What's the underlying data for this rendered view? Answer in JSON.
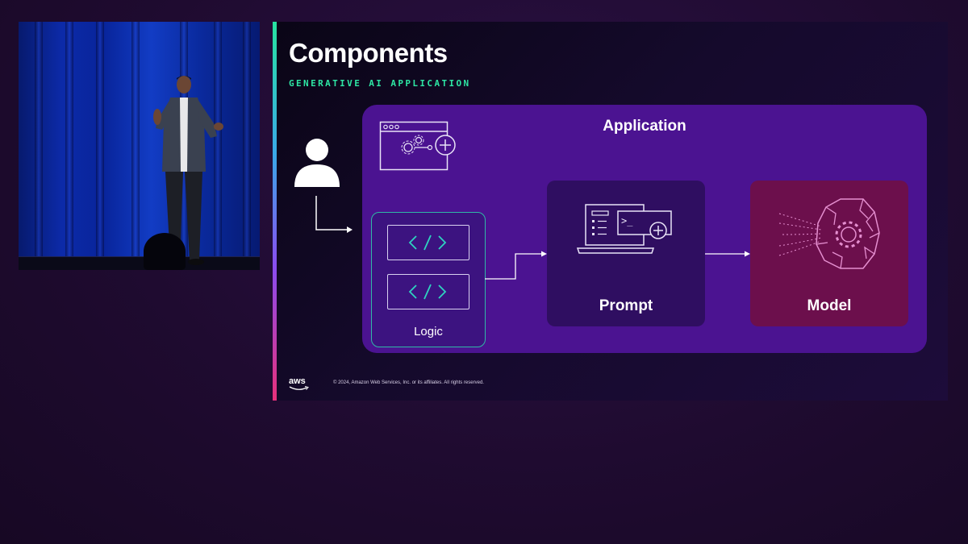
{
  "slide": {
    "title": "Components",
    "subtitle": "GENERATIVE AI APPLICATION",
    "application_label": "Application",
    "logic_label": "Logic",
    "prompt_label": "Prompt",
    "model_label": "Model",
    "code_glyph": "</>",
    "terminal_glyph": ">_"
  },
  "footer": {
    "logo_text": "aws",
    "copyright": "© 2024, Amazon Web Services, Inc. or its affiliates. All rights reserved."
  },
  "colors": {
    "background": "#1f0b30",
    "slide_bg": "#150a2c",
    "application_box": "#4b1391",
    "prompt_box": "#2f0e61",
    "model_box": "#6c0f4c",
    "logic_border": "#2fb8a6",
    "subtitle": "#2ee6a4",
    "curtain": "#0c2aa8"
  },
  "icons": {
    "user": "user-icon",
    "app": "app-window-gear-plus-icon",
    "code": "code-brackets-icon",
    "prompt": "laptop-terminal-plus-icon",
    "model": "brain-gear-icon"
  }
}
